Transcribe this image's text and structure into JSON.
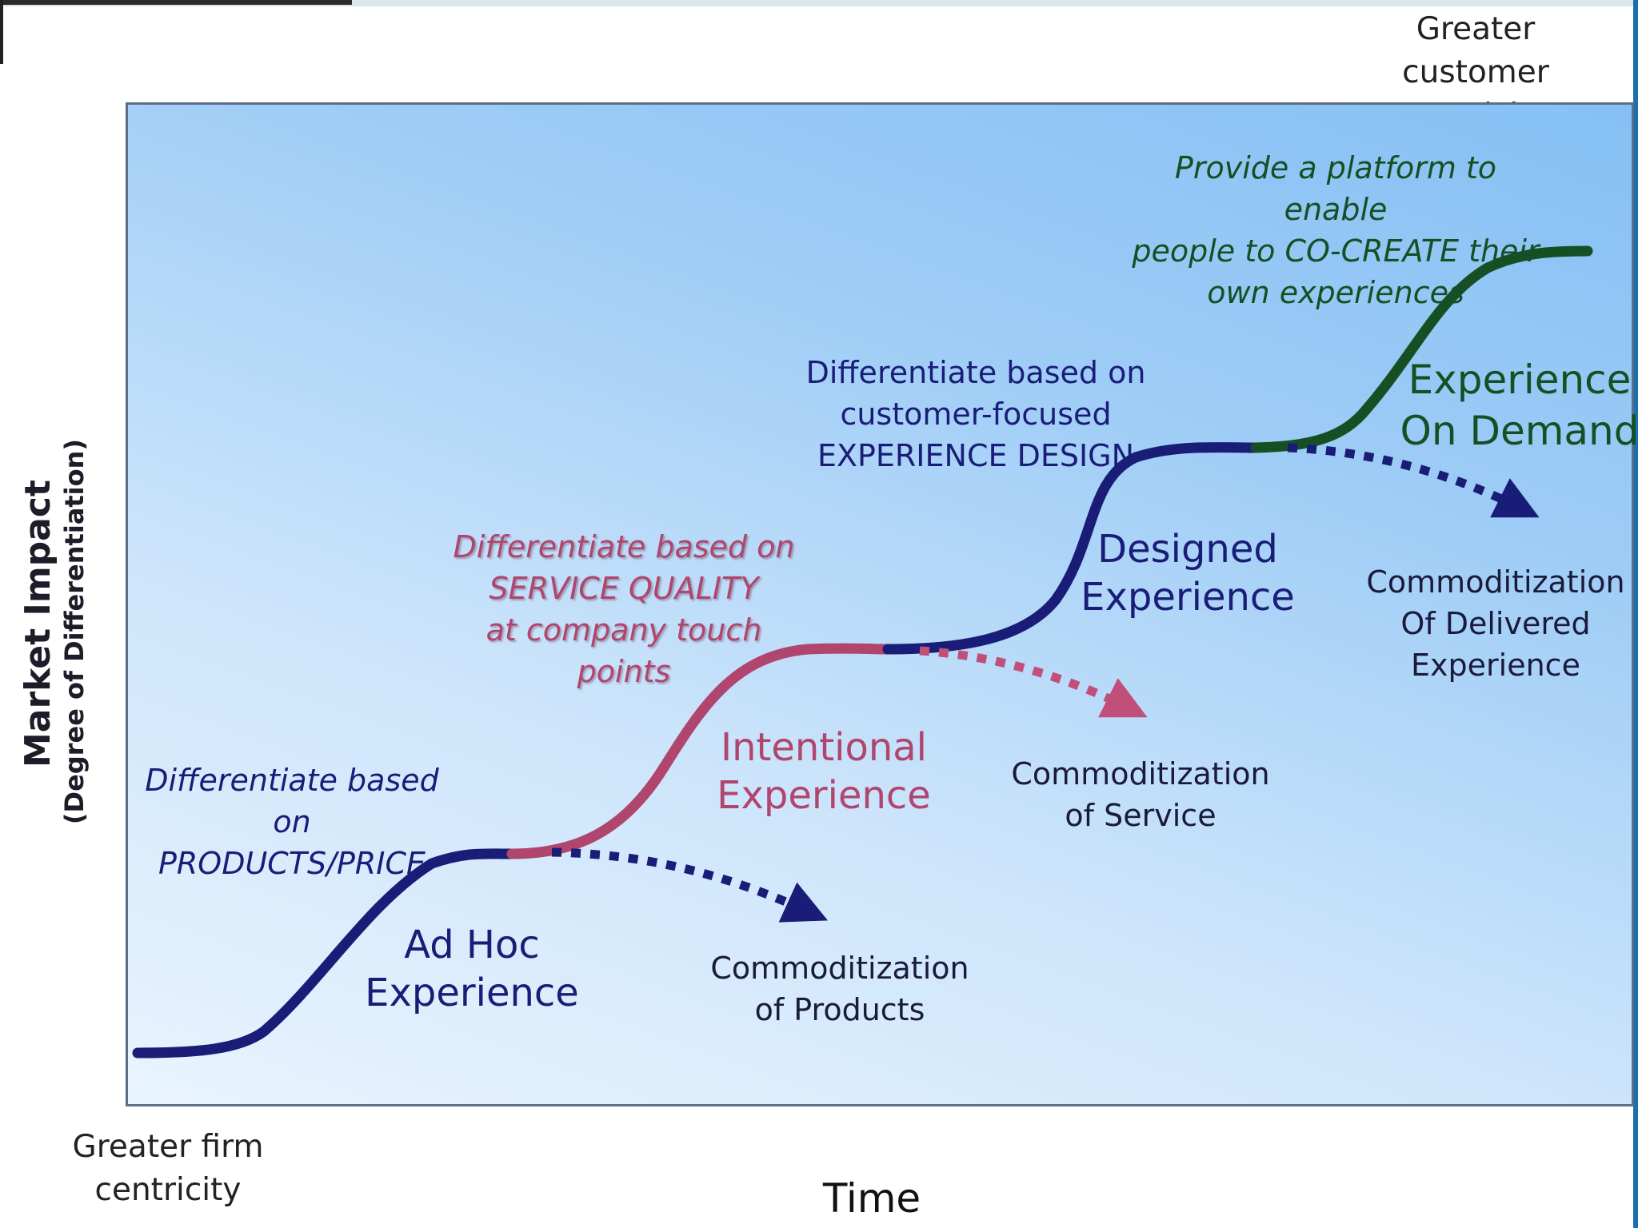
{
  "labels": {
    "top_right": "Greater customer\ncentricity",
    "bottom_left": "Greater firm\ncentricity",
    "x_axis": "Time",
    "y_axis_main": "Market Impact",
    "y_axis_sub": "(Degree of Differentiation)"
  },
  "notes": {
    "products_price": "Differentiate based\non PRODUCTS/PRICE",
    "service_quality": "Differentiate based on\nSERVICE QUALITY\nat company touch points",
    "experience_design": "Differentiate based on\ncustomer-focused\nEXPERIENCE DESIGN",
    "co_create": "Provide a platform to enable\npeople to CO-CREATE their\nown experiences"
  },
  "stages": {
    "ad_hoc": "Ad Hoc\nExperience",
    "intentional": "Intentional\nExperience",
    "designed": "Designed\nExperience",
    "on_demand": "Experience\nOn Demand"
  },
  "commoditization": {
    "products": "Commoditization\nof Products",
    "service": "Commoditization\nof Service",
    "delivered": "Commoditization\nOf Delivered\nExperience"
  },
  "colors": {
    "navy": "#1a1d78",
    "rose": "#b0456e",
    "green": "#174f24"
  }
}
